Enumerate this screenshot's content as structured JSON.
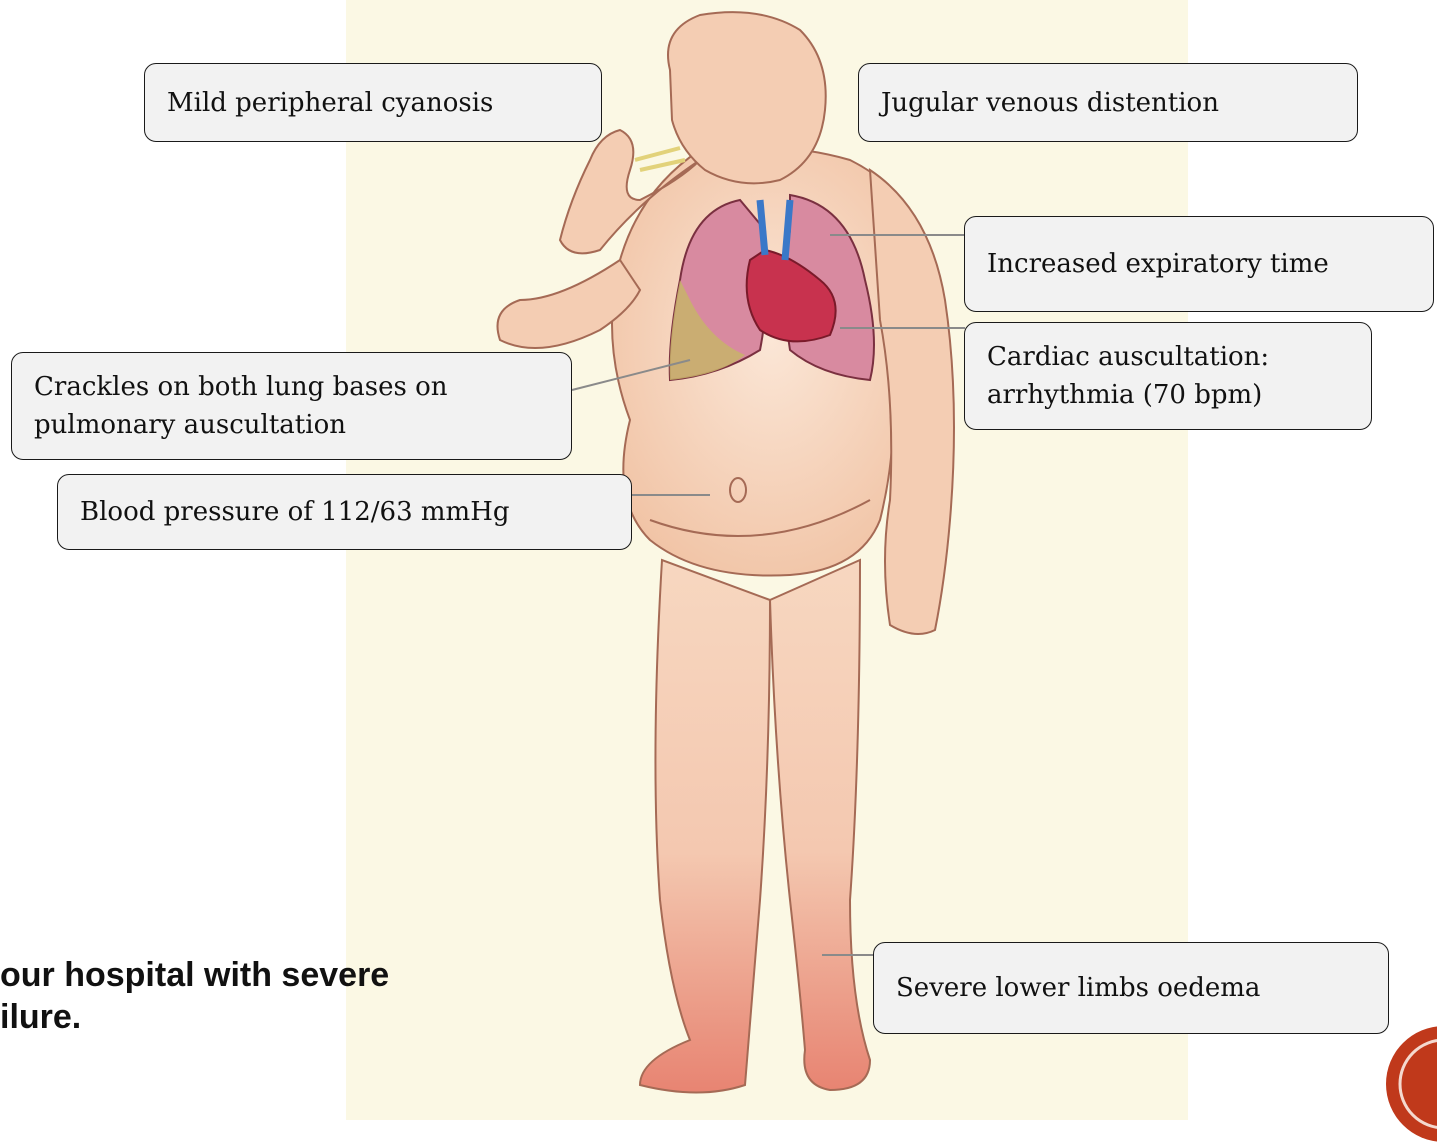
{
  "callouts": {
    "mild_peripheral_cyanosis": "Mild peripheral cyanosis",
    "jugular_venous_distention": "Jugular venous distention",
    "increased_expiratory_time": "Increased expiratory time",
    "cardiac_auscultation": "Cardiac auscultation:\narrhythmia (70 bpm)",
    "crackles_lung_bases": "Crackles on both lung bases on\npulmonary auscultation",
    "blood_pressure": "Blood pressure of 112/63 mmHg",
    "lower_limbs_oedema": "Severe lower limbs oedema"
  },
  "caption": {
    "line1": "our hospital with severe",
    "line2": "ilure."
  },
  "colors": {
    "callout_bg": "#f2f2f2",
    "skin": "#f6d2b6",
    "leg_red": "#e8897a",
    "heart": "#c8324e",
    "lung": "#d88aa0",
    "fluid": "#c8b36a",
    "backdrop": "#fbf8e4",
    "badge": "#c0391b"
  }
}
